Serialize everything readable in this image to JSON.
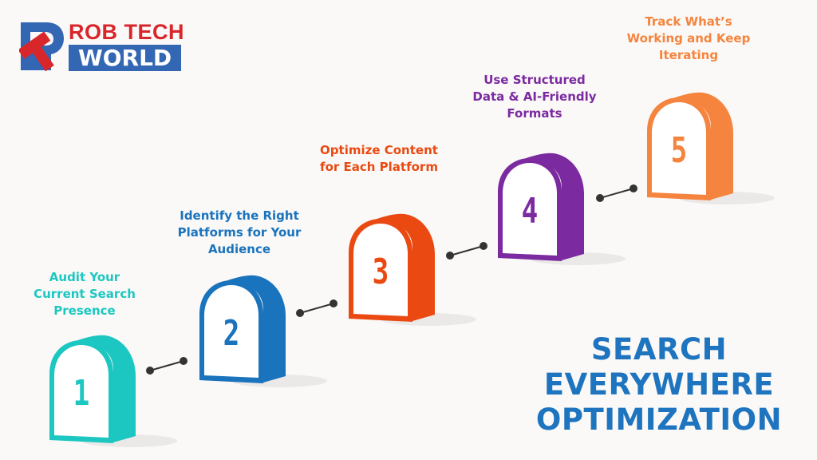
{
  "brand": {
    "name_top": "ROB TECH",
    "name_bottom": "WORLD",
    "colors": {
      "red": "#d9262b",
      "blue": "#3366b3"
    }
  },
  "title": {
    "lines": [
      "SEARCH",
      "EVERYWHERE",
      "OPTIMIZATION"
    ],
    "color": "#1e74bf"
  },
  "steps": [
    {
      "number": "1",
      "label_lines": [
        "Audit Your",
        "Current Search",
        "Presence"
      ],
      "color": "#1cc7c1"
    },
    {
      "number": "2",
      "label_lines": [
        "Identify the Right",
        "Platforms for Your",
        "Audience"
      ],
      "color": "#1a73bd"
    },
    {
      "number": "3",
      "label_lines": [
        "Optimize Content",
        "for Each Platform"
      ],
      "color": "#ea4a12"
    },
    {
      "number": "4",
      "label_lines": [
        "Use Structured",
        "Data & AI-Friendly",
        "Formats"
      ],
      "color": "#7b2aa0"
    },
    {
      "number": "5",
      "label_lines": [
        "Track What’s",
        "Working and Keep",
        "Iterating"
      ],
      "color": "#f5843e"
    }
  ],
  "connector_color": "#333333"
}
